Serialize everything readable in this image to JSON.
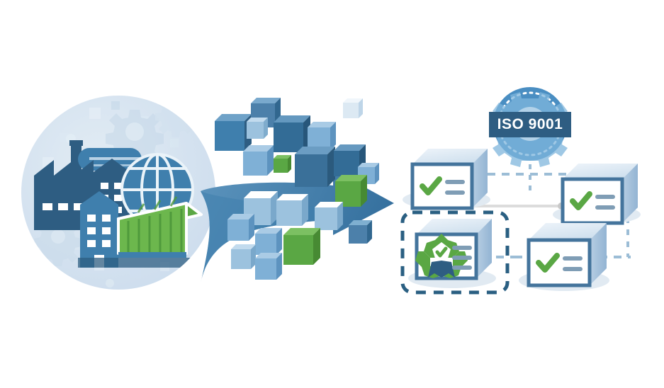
{
  "illustration": {
    "title": "ISO 9001 quality management certification process",
    "background_color": "#ffffff"
  },
  "palette": {
    "circle_bg": "#d6e2ec",
    "dark_blue": "#2e5d82",
    "mid_blue": "#3f7fad",
    "steel_blue": "#4c80aa",
    "light_blue": "#7fb0d6",
    "pale_blue": "#c3d9e9",
    "green": "#5aa744",
    "green_light": "#6cb74d",
    "box_face": "#ffffff",
    "box_top": "#e3ecf4",
    "box_side": "#a9c4dd",
    "box_outline": "#44749c",
    "shadow": "#dfe8f0",
    "dashed": "#2a5f82",
    "connector_gray": "#d8d8d8"
  },
  "source_circle": {
    "name": "industry-globe-scene",
    "icons": [
      "factory-icon",
      "office-building-icon",
      "globe-icon",
      "shipping-container-icon",
      "gear-icon",
      "chimney-icon"
    ]
  },
  "funnel": {
    "name": "funnel-arrow",
    "direction": "left-to-right",
    "cube_count": 21,
    "green_cube_count": 3
  },
  "badge": {
    "label": "ISO 9001",
    "shape": "gear-seal",
    "ring_color": "#4a8ec2",
    "band_color": "#2e5d82",
    "text_color": "#ffffff"
  },
  "boxes": [
    {
      "id": "box-top-left",
      "name": "checked-box-top-left",
      "symbol": "check-icon",
      "lines": 2,
      "highlighted": false
    },
    {
      "id": "box-top-right",
      "name": "checked-box-top-right",
      "symbol": "check-icon",
      "lines": 2,
      "highlighted": false
    },
    {
      "id": "box-certified",
      "name": "certified-box",
      "symbol": "rosette-icon",
      "lines": 3,
      "highlighted": true
    },
    {
      "id": "box-bottom-right",
      "name": "checked-box-bottom-right",
      "symbol": "check-icon",
      "lines": 2,
      "highlighted": false
    }
  ],
  "connectors": [
    {
      "name": "connector-badge-vertical",
      "style": "dashed"
    },
    {
      "name": "connector-top-horizontal",
      "style": "dashed"
    },
    {
      "name": "connector-mid-solid",
      "style": "solid"
    },
    {
      "name": "connector-right-vertical",
      "style": "dashed"
    },
    {
      "name": "connector-bottom-horizontal",
      "style": "dashed"
    }
  ]
}
